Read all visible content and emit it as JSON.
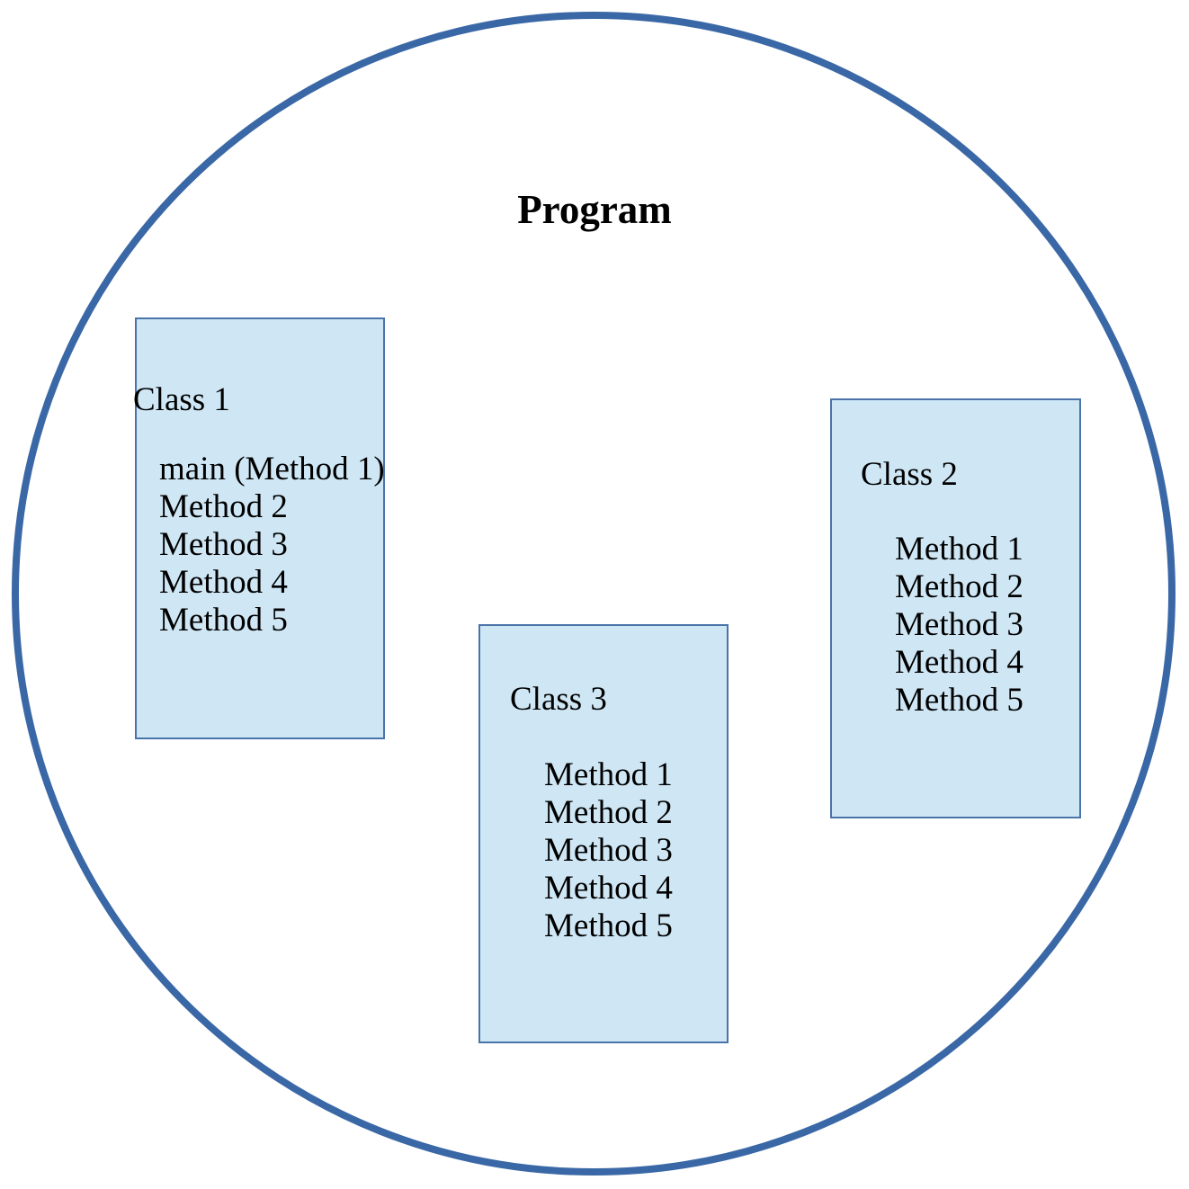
{
  "diagram": {
    "title": "Program",
    "classes": [
      {
        "name": "Class 1",
        "methods": [
          "main (Method 1)",
          "Method 2",
          "Method 3",
          "Method 4",
          "Method 5"
        ]
      },
      {
        "name": "Class 2",
        "methods": [
          "Method 1",
          "Method 2",
          "Method 3",
          "Method 4",
          "Method 5"
        ]
      },
      {
        "name": "Class 3",
        "methods": [
          "Method 1",
          "Method 2",
          "Method 3",
          "Method 4",
          "Method 5"
        ]
      }
    ],
    "colors": {
      "circle_stroke": "#3a68a6",
      "box_fill": "#cfe7f5",
      "box_border": "#4a73a9",
      "text": "#000000"
    }
  }
}
